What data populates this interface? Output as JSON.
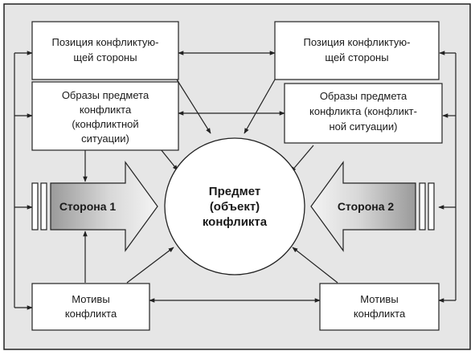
{
  "center": {
    "line1": "Предмет",
    "line2": "(объект)",
    "line3": "конфликта"
  },
  "position_left": {
    "line1": "Позиция конфликтую-",
    "line2": "щей стороны"
  },
  "position_right": {
    "line1": "Позиция конфликтую-",
    "line2": "щей стороны"
  },
  "image_left": {
    "line1": "Образы предмета",
    "line2": "конфликта",
    "line3": "(конфликтной",
    "line4": "ситуации)"
  },
  "image_right": {
    "line1": "Образы предмета",
    "line2": "конфликта (конфликт-",
    "line3": "ной ситуации)"
  },
  "side_left": {
    "label": "Сторона 1"
  },
  "side_right": {
    "label": "Сторона 2"
  },
  "motive_left": {
    "line1": "Мотивы",
    "line2": "конфликта"
  },
  "motive_right": {
    "line1": "Мотивы",
    "line2": "конфликта"
  },
  "colors": {
    "background": "#e6e6e6",
    "box_fill": "#ffffff",
    "stroke": "#222222",
    "arrow_gradient_light": "#f2f2f2",
    "arrow_gradient_dark": "#9a9a9a"
  }
}
